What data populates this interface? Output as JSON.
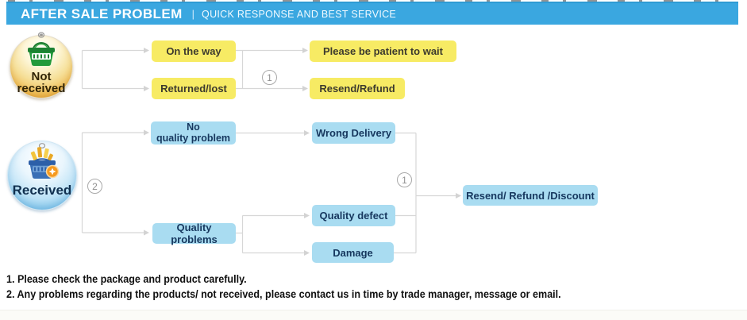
{
  "banner": {
    "title": "AFTER SALE PROBLEM",
    "separator": "|",
    "subtitle": "QUICK RESPONSE AND BEST SERVICE"
  },
  "nodes": {
    "not_received": {
      "line1": "Not",
      "line2": "received",
      "icon": "green-shopping-basket-icon"
    },
    "received": {
      "label": "Received",
      "icon": "blue-shopping-basket-star-icon"
    }
  },
  "badges": {
    "not_received_flow": "1",
    "received_branch": "2",
    "received_outcome": "1"
  },
  "boxes": {
    "on_the_way": "On the way",
    "returned_lost": "Returned/lost",
    "please_wait": "Please be patient to wait",
    "resend_refund": "Resend/Refund",
    "no_quality_line1": "No",
    "no_quality_line2": "quality problem",
    "quality_problems": "Quality problems",
    "wrong_delivery": "Wrong Delivery",
    "quality_defect": "Quality defect",
    "damage": "Damage",
    "resend_refund_discount": "Resend/ Refund /Discount"
  },
  "notes": {
    "line1": "1. Please check the package and product carefully.",
    "line2": "2. Any problems regarding the products/ not received, please contact us in time by trade manager, message or email."
  },
  "colors": {
    "banner_blue": "#3AA7E0",
    "yellow_box": "#F7EB64",
    "blue_box": "#A9DCF1",
    "connector_gray": "#D7D7D7"
  }
}
